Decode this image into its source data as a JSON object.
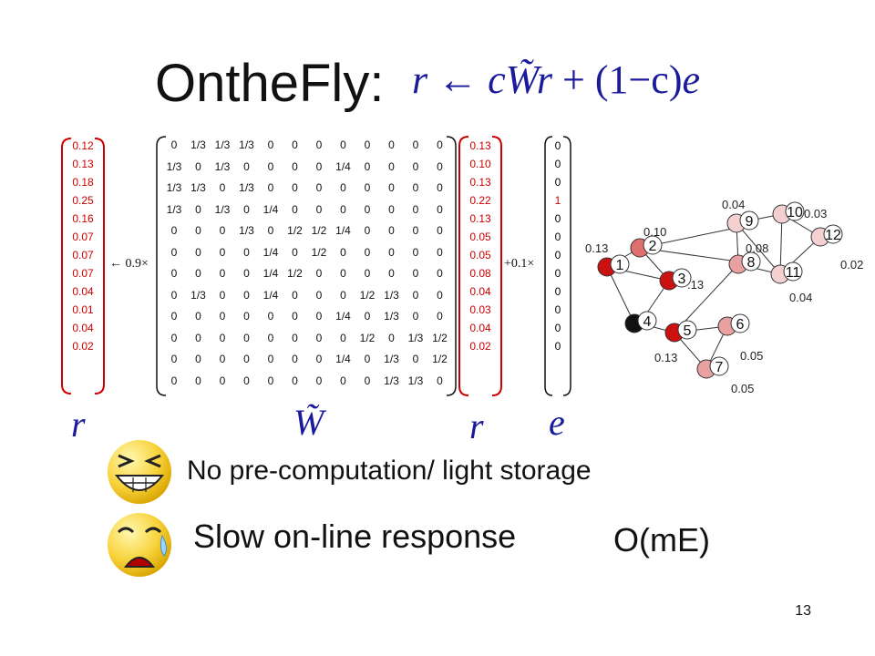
{
  "title": "OntheFly:",
  "formula": {
    "r1": "r",
    "arrow": "←",
    "c": "c",
    "W": "W̃",
    "r2": "r",
    "plus": "+",
    "paren": "(1−c)",
    "e": "e"
  },
  "r_left": [
    "0.12",
    "0.13",
    "0.18",
    "0.25",
    "0.16",
    "0.07",
    "0.07",
    "0.07",
    "0.04",
    "0.01",
    "0.04",
    "0.02"
  ],
  "coef_left": "← 0.9×",
  "W_matrix": [
    [
      "0",
      "1/3",
      "1/3",
      "1/3",
      "0",
      "0",
      "0",
      "0",
      "0",
      "0",
      "0",
      "0"
    ],
    [
      "1/3",
      "0",
      "1/3",
      "0",
      "0",
      "0",
      "0",
      "1/4",
      "0",
      "0",
      "0",
      "0"
    ],
    [
      "1/3",
      "1/3",
      "0",
      "1/3",
      "0",
      "0",
      "0",
      "0",
      "0",
      "0",
      "0",
      "0"
    ],
    [
      "1/3",
      "0",
      "1/3",
      "0",
      "1/4",
      "0",
      "0",
      "0",
      "0",
      "0",
      "0",
      "0"
    ],
    [
      "0",
      "0",
      "0",
      "1/3",
      "0",
      "1/2",
      "1/2",
      "1/4",
      "0",
      "0",
      "0",
      "0"
    ],
    [
      "0",
      "0",
      "0",
      "0",
      "1/4",
      "0",
      "1/2",
      "0",
      "0",
      "0",
      "0",
      "0"
    ],
    [
      "0",
      "0",
      "0",
      "0",
      "1/4",
      "1/2",
      "0",
      "0",
      "0",
      "0",
      "0",
      "0"
    ],
    [
      "0",
      "1/3",
      "0",
      "0",
      "1/4",
      "0",
      "0",
      "0",
      "1/2",
      "1/3",
      "0",
      "0"
    ],
    [
      "0",
      "0",
      "0",
      "0",
      "0",
      "0",
      "0",
      "1/4",
      "0",
      "1/3",
      "0",
      "0"
    ],
    [
      "0",
      "0",
      "0",
      "0",
      "0",
      "0",
      "0",
      "0",
      "1/2",
      "0",
      "1/3",
      "1/2"
    ],
    [
      "0",
      "0",
      "0",
      "0",
      "0",
      "0",
      "0",
      "1/4",
      "0",
      "1/3",
      "0",
      "1/2"
    ],
    [
      "0",
      "0",
      "0",
      "0",
      "0",
      "0",
      "0",
      "0",
      "0",
      "1/3",
      "1/3",
      "0"
    ]
  ],
  "r_right": [
    "0.13",
    "0.10",
    "0.13",
    "0.22",
    "0.13",
    "0.05",
    "0.05",
    "0.08",
    "0.04",
    "0.03",
    "0.04",
    "0.02"
  ],
  "coef_right": "+0.1×",
  "e_vector": [
    "0",
    "0",
    "0",
    "1",
    "0",
    "0",
    "0",
    "0",
    "0",
    "0",
    "0",
    "0"
  ],
  "labels": {
    "r_left": "r",
    "W": "W̃",
    "r_right": "r",
    "e": "e"
  },
  "graph": {
    "nodes": [
      {
        "id": "1",
        "color": "#cc1111"
      },
      {
        "id": "2",
        "color": "#e07070"
      },
      {
        "id": "3",
        "color": "#cc1111"
      },
      {
        "id": "4",
        "color": "#111111"
      },
      {
        "id": "5",
        "color": "#cc1111"
      },
      {
        "id": "6",
        "color": "#e9a0a0"
      },
      {
        "id": "7",
        "color": "#e9a0a0"
      },
      {
        "id": "8",
        "color": "#e9a0a0"
      },
      {
        "id": "9",
        "color": "#f5d0d0"
      },
      {
        "id": "10",
        "color": "#f5d0d0"
      },
      {
        "id": "11",
        "color": "#f5d0d0"
      },
      {
        "id": "12",
        "color": "#f5d0d0"
      }
    ],
    "weights": [
      "0.13",
      "0.10",
      ".13",
      "0.13",
      "0.05",
      "0.05",
      "0.08",
      "0.04",
      "0.04",
      "0.03",
      "0.02"
    ]
  },
  "bullets": {
    "first": "No pre-computation/ light storage",
    "second": "Slow on-line response",
    "complexity": "O(mE)"
  },
  "slide_number": "13",
  "colors": {
    "formula": "#1a1a9c",
    "highlight_red": "#cc0000"
  }
}
